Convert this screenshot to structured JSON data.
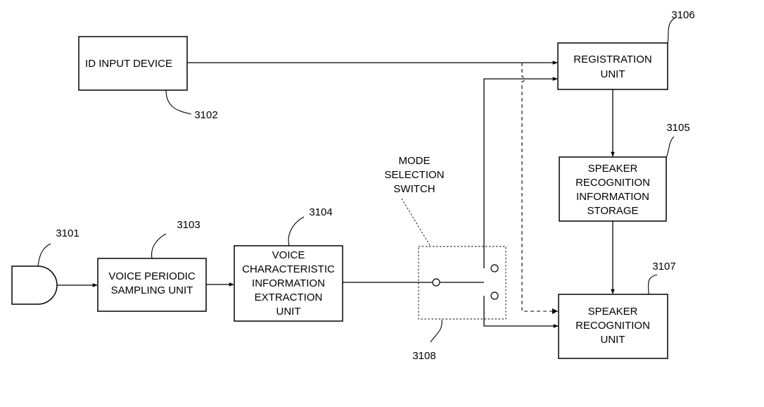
{
  "blocks": {
    "id_input_device": {
      "label": [
        "ID INPUT DEVICE"
      ],
      "ref": "3102"
    },
    "registration_unit": {
      "label": [
        "REGISTRATION",
        "UNIT"
      ],
      "ref": "3106"
    },
    "speaker_recognition_information_storage": {
      "label": [
        "SPEAKER",
        "RECOGNITION",
        "INFORMATION",
        "STORAGE"
      ],
      "ref": "3105"
    },
    "speaker_recognition_unit": {
      "label": [
        "SPEAKER",
        "RECOGNITION",
        "UNIT"
      ],
      "ref": "3107"
    },
    "voice_periodic_sampling_unit": {
      "label": [
        "VOICE PERIODIC",
        "SAMPLING UNIT"
      ],
      "ref": "3103"
    },
    "voice_characteristic_information_extraction_unit": {
      "label": [
        "VOICE",
        "CHARACTERISTIC",
        "INFORMATION",
        "EXTRACTION",
        "UNIT"
      ],
      "ref": "3104"
    },
    "microphone": {
      "ref": "3101"
    },
    "mode_selection_switch": {
      "label": [
        "MODE",
        "SELECTION",
        "SWITCH"
      ],
      "ref": "3108"
    }
  }
}
